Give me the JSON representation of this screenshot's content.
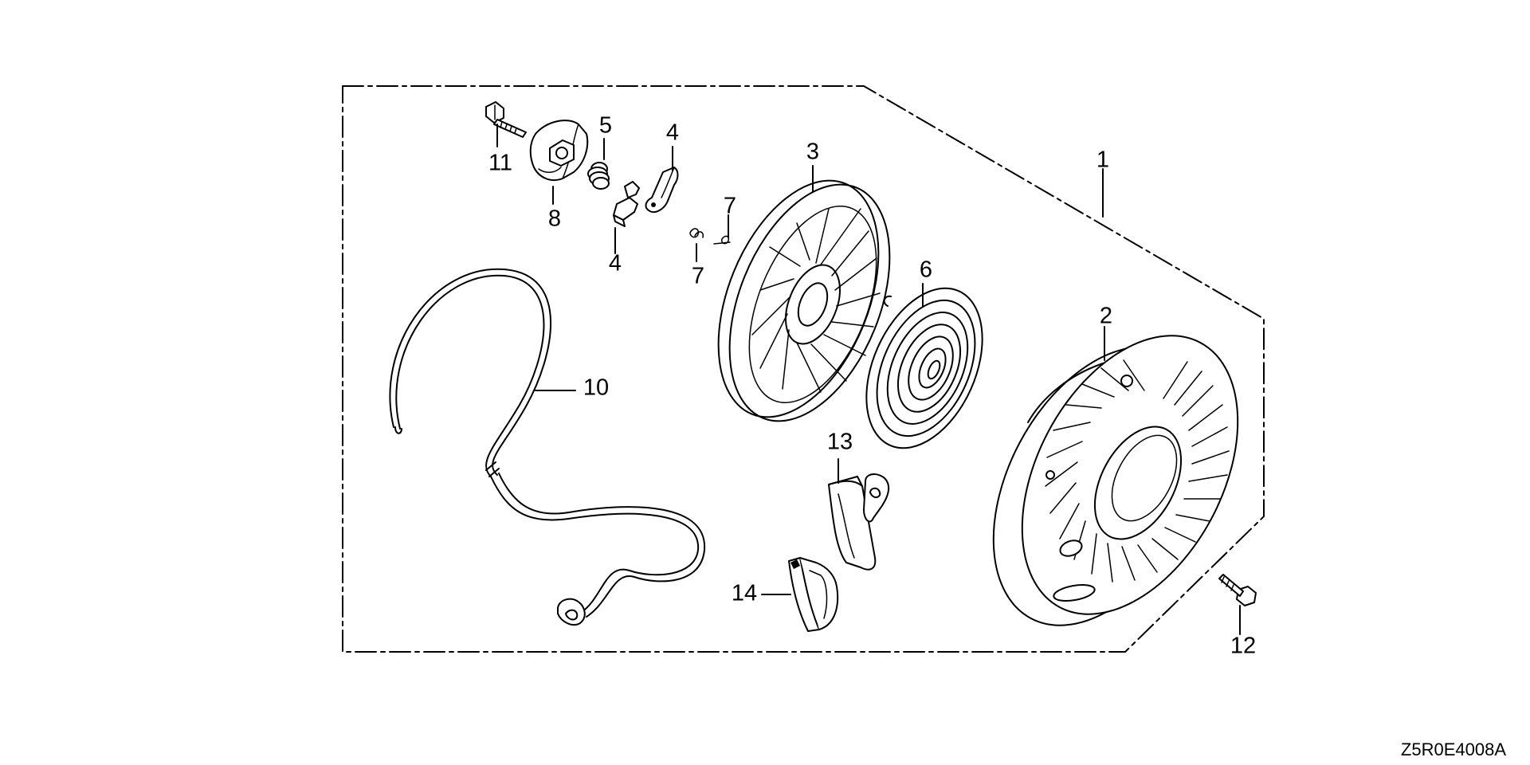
{
  "diagram_code": "Z5R0E4008A",
  "parts": [
    {
      "id": "p1",
      "number": "1",
      "name": "recoil-starter-assembly"
    },
    {
      "id": "p2",
      "number": "2",
      "name": "starter-case"
    },
    {
      "id": "p3",
      "number": "3",
      "name": "reel"
    },
    {
      "id": "p4a",
      "number": "4",
      "name": "ratchet-upper"
    },
    {
      "id": "p4b",
      "number": "4",
      "name": "ratchet-lower"
    },
    {
      "id": "p5",
      "number": "5",
      "name": "friction-spring"
    },
    {
      "id": "p6",
      "number": "6",
      "name": "recoil-spring"
    },
    {
      "id": "p7a",
      "number": "7",
      "name": "ratchet-spring-upper"
    },
    {
      "id": "p7b",
      "number": "7",
      "name": "ratchet-spring-lower"
    },
    {
      "id": "p8",
      "number": "8",
      "name": "ratchet-guide"
    },
    {
      "id": "p10",
      "number": "10",
      "name": "starter-rope"
    },
    {
      "id": "p11",
      "number": "11",
      "name": "setting-bolt"
    },
    {
      "id": "p12",
      "number": "12",
      "name": "flange-bolt"
    },
    {
      "id": "p13",
      "number": "13",
      "name": "starter-grip"
    },
    {
      "id": "p14",
      "number": "14",
      "name": "grip-insert"
    }
  ]
}
